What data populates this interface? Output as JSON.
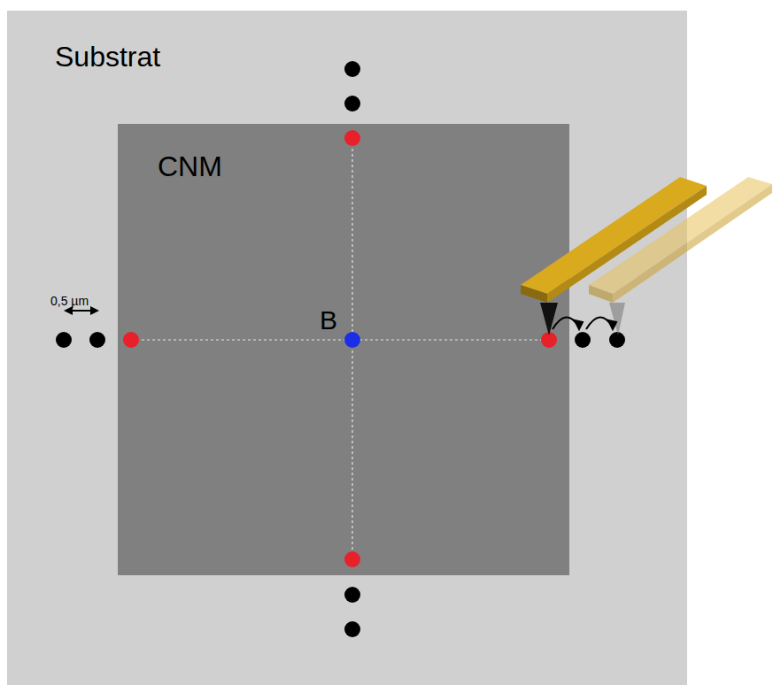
{
  "diagram": {
    "nodes": [
      {
        "text": [
          "Substrat"
        ]
      },
      {
        "text": [
          "CNM"
        ],
        "in": 0
      }
    ],
    "labels": [
      "0,5 µm",
      "B"
    ]
  }
}
